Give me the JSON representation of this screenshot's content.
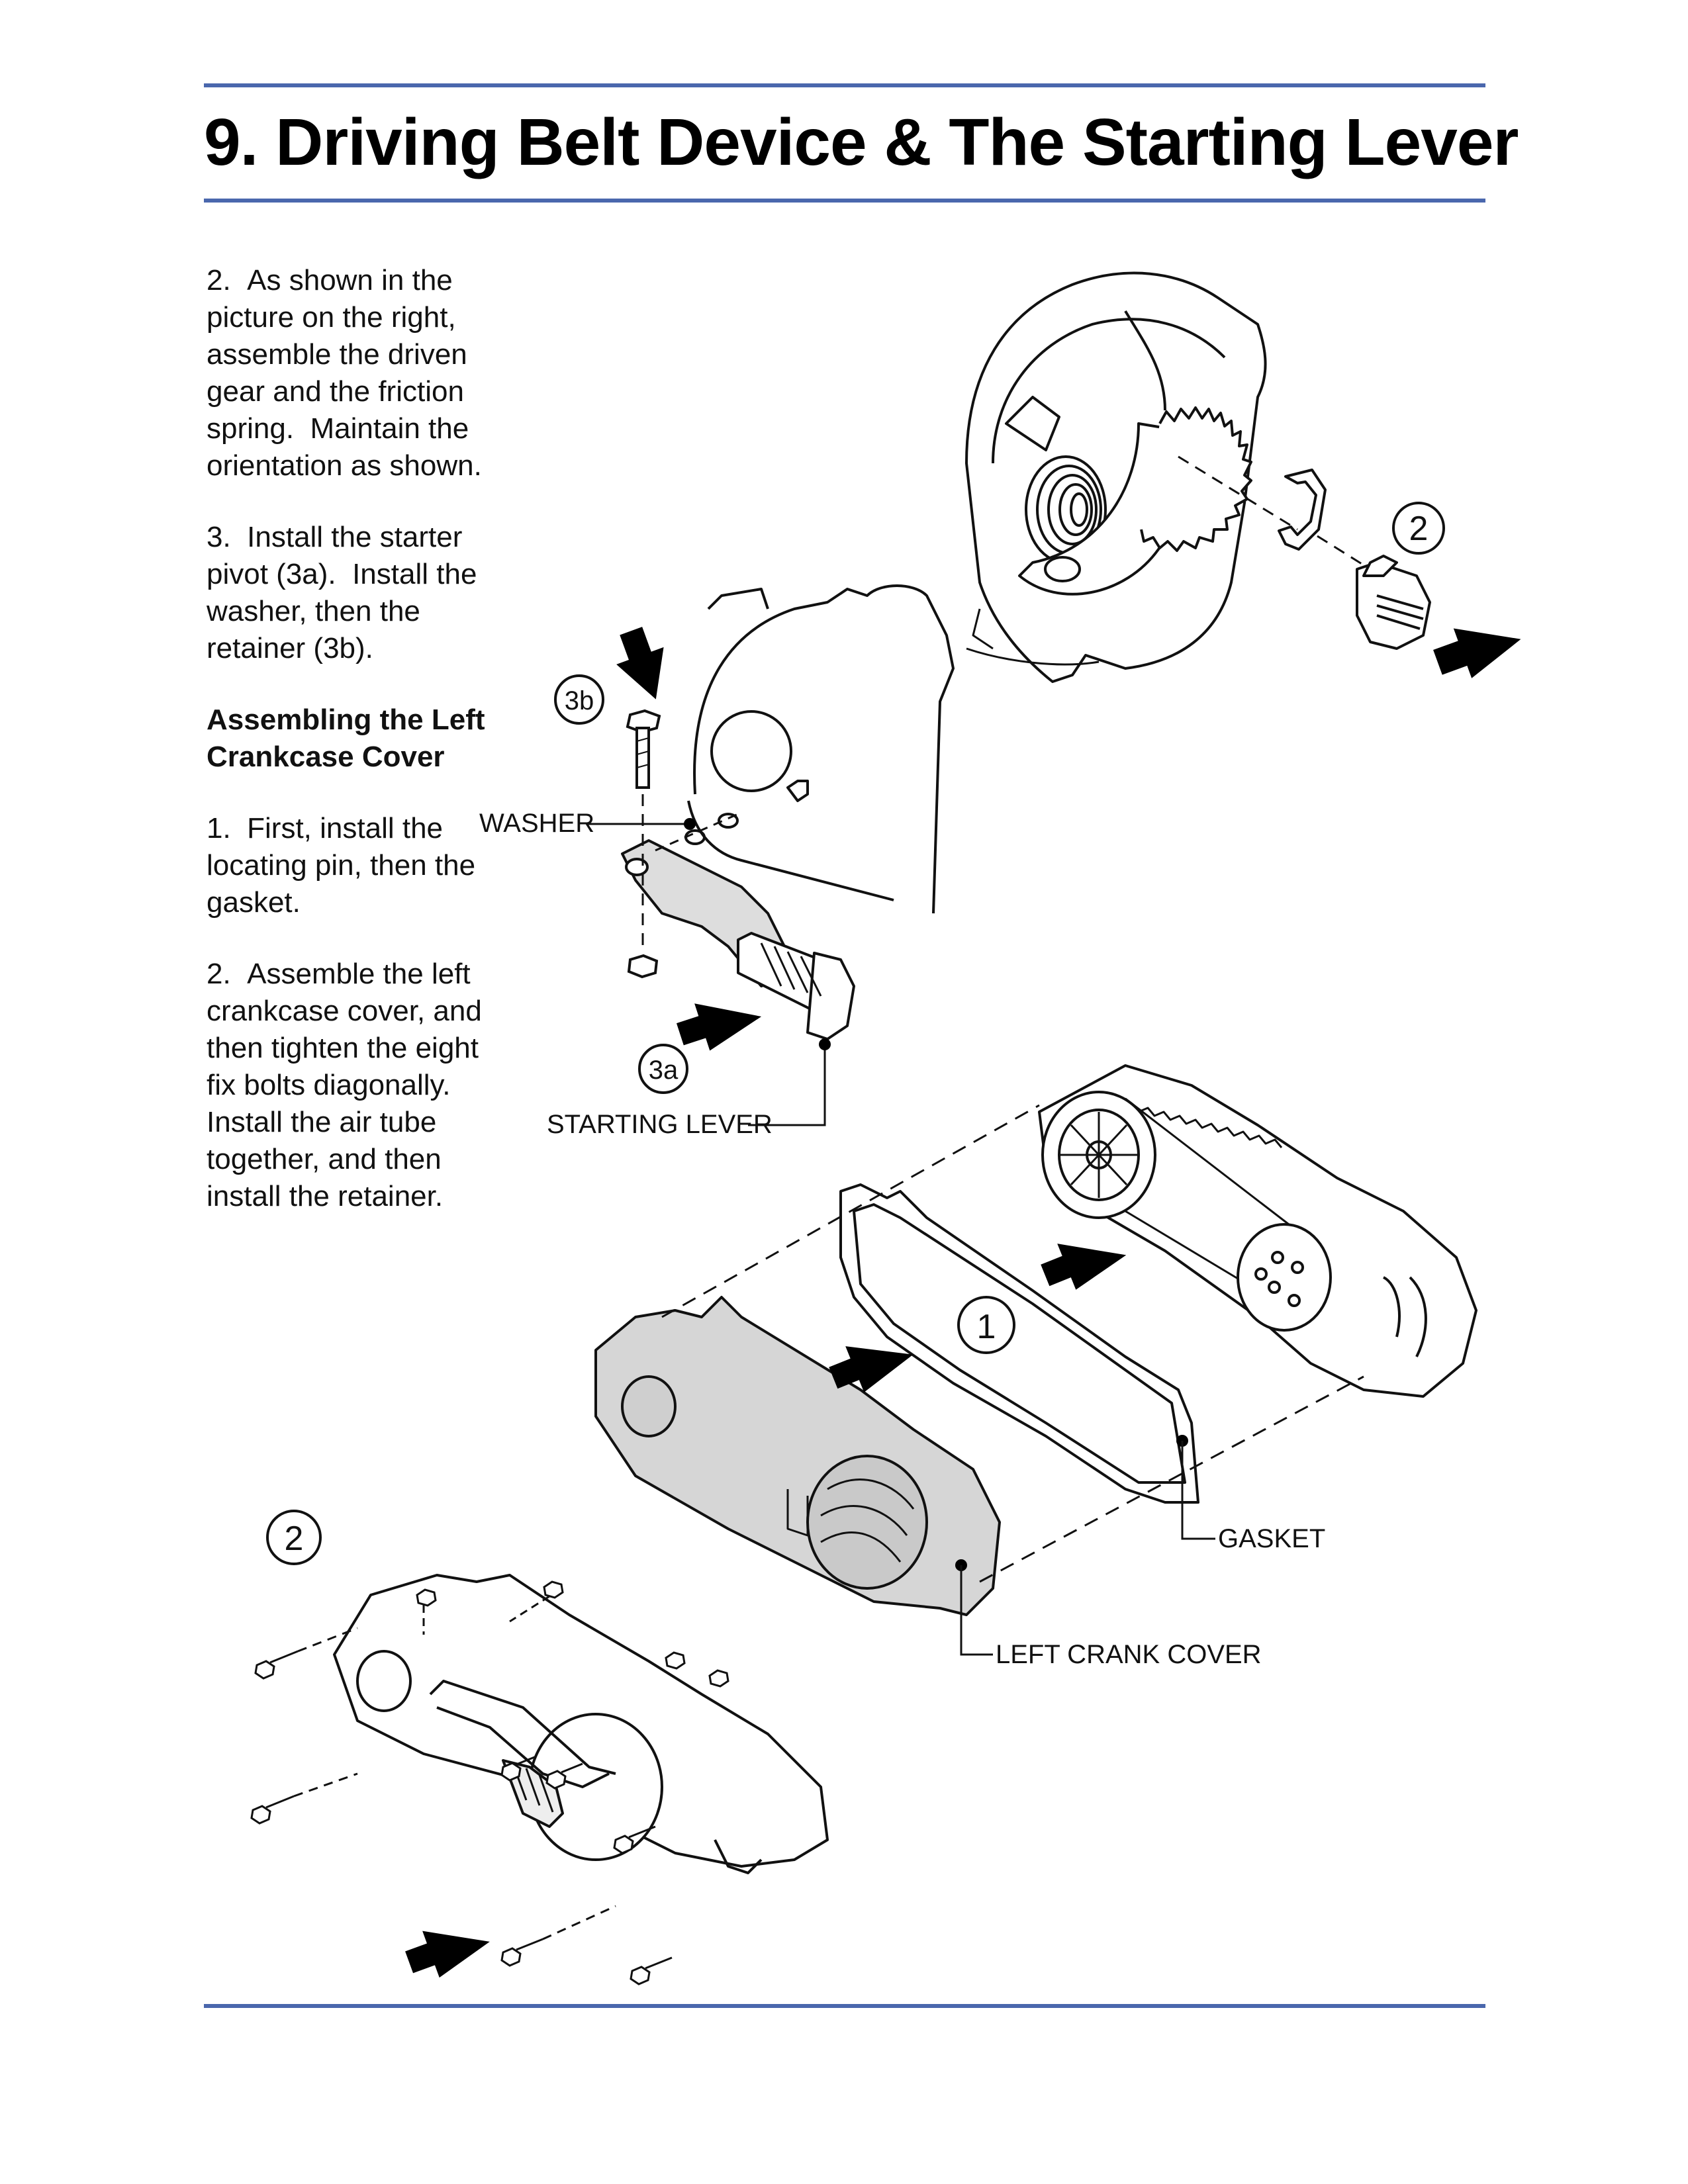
{
  "header": {
    "title": "9. Driving Belt Device & The Starting Lever"
  },
  "instructions": {
    "step2_friction": "2.  As shown in the picture on the right, assemble the driven gear and the friction spring.  Maintain the orientation as shown.",
    "step3_pivot": "3.  Install the starter pivot (3a).  Install the washer, then the retainer (3b).",
    "section_heading": "Assembling the Left Crankcase Cover",
    "step1_pin": "1.  First, install the locating pin, then the gasket.",
    "step2_cover": "2.  Assemble the left crankcase cover, and then tighten the eight fix bolts diagonally. Install the air tube together, and then install the retainer."
  },
  "figure": {
    "callouts": {
      "top_right": "2",
      "retainer": "3b",
      "pivot": "3a",
      "gasket_step": "1",
      "bottom_left": "2"
    },
    "labels": {
      "washer": "WASHER",
      "starting_lever": "STARTING LEVER",
      "gasket": "GASKET",
      "left_crank_cover": "LEFT CRANK COVER"
    }
  }
}
